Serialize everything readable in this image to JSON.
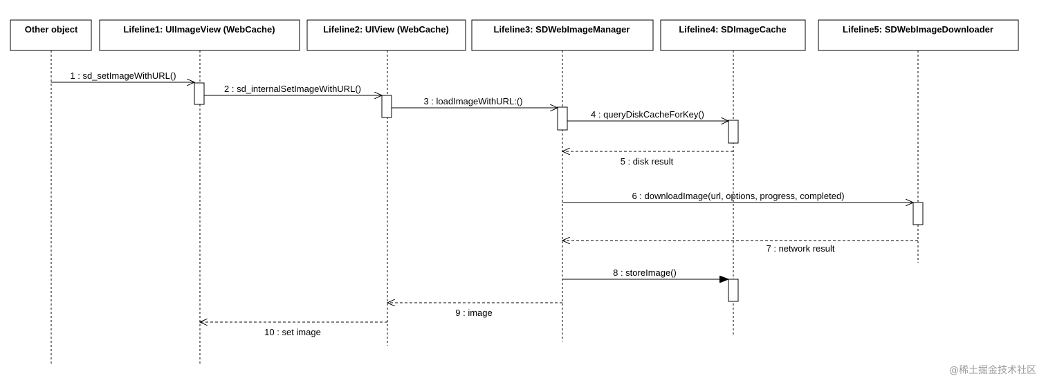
{
  "lifelines": [
    {
      "id": "other",
      "title": "Other object"
    },
    {
      "id": "ll1",
      "title": "Lifeline1: UIImageView (WebCache)"
    },
    {
      "id": "ll2",
      "title": "Lifeline2: UIView (WebCache)"
    },
    {
      "id": "ll3",
      "title": "Lifeline3: SDWebImageManager"
    },
    {
      "id": "ll4",
      "title": "Lifeline4: SDImageCache"
    },
    {
      "id": "ll5",
      "title": "Lifeline5: SDWebImageDownloader"
    }
  ],
  "messages": [
    {
      "label": "1 : sd_setImageWithURL()",
      "from": "other",
      "to": "ll1",
      "kind": "call"
    },
    {
      "label": "2 : sd_internalSetImageWithURL()",
      "from": "ll1",
      "to": "ll2",
      "kind": "call"
    },
    {
      "label": "3 : loadImageWithURL:()",
      "from": "ll2",
      "to": "ll3",
      "kind": "call"
    },
    {
      "label": "4 : queryDiskCacheForKey()",
      "from": "ll3",
      "to": "ll4",
      "kind": "call"
    },
    {
      "label": "5 : disk result",
      "from": "ll4",
      "to": "ll3",
      "kind": "reply"
    },
    {
      "label": "6 : downloadImage(url, options, progress, completed)",
      "from": "ll3",
      "to": "ll5",
      "kind": "call"
    },
    {
      "label": "7 : network result",
      "from": "ll5",
      "to": "ll3",
      "kind": "reply"
    },
    {
      "label": "8 : storeImage()",
      "from": "ll3",
      "to": "ll4",
      "kind": "sync"
    },
    {
      "label": "9 : image",
      "from": "ll3",
      "to": "ll2",
      "kind": "reply"
    },
    {
      "label": "10 : set image",
      "from": "ll2",
      "to": "ll1",
      "kind": "reply"
    }
  ],
  "watermark": "@稀土掘金技术社区"
}
